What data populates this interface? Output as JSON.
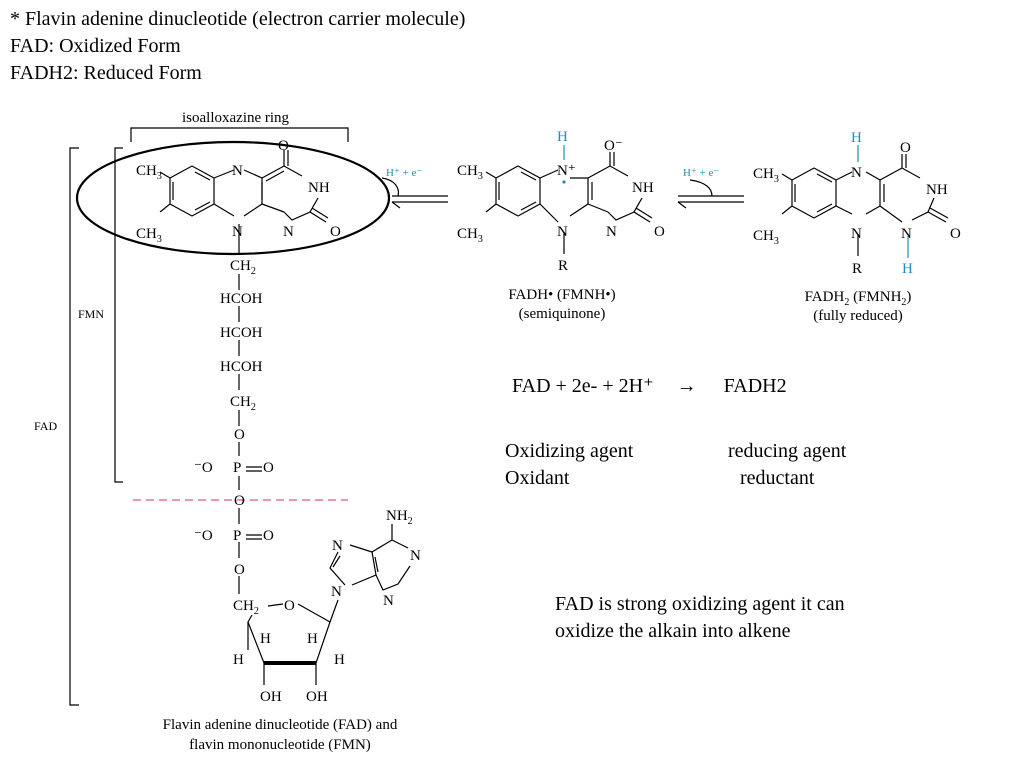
{
  "header": {
    "line1": "* Flavin adenine dinucleotide (electron carrier molecule)",
    "line2": "FAD: Oxidized Form",
    "line3": "FADH2: Reduced Form"
  },
  "diagram": {
    "isoalloxazine_label": "isoalloxazine ring",
    "fmn_label": "FMN",
    "fad_label": "FAD",
    "reagent": "H⁺ + e⁻",
    "radical_caption_1": "FADH• (FMNH•)",
    "radical_caption_2": "(semiquinone)",
    "reduced_caption_1": "FADH",
    "reduced_caption_sub1": "2",
    "reduced_caption_2": " (FMNH",
    "reduced_caption_sub2": "2",
    "reduced_caption_3": ")",
    "reduced_caption_4": "(fully reduced)",
    "bottom_caption_1": "Flavin adenine dinucleotide (FAD) and",
    "bottom_caption_2": "flavin mononucleotide (FMN)",
    "atoms": {
      "CH": "CH",
      "three": "3",
      "two": "2",
      "N": "N",
      "O": "O",
      "NH": "NH",
      "H": "H",
      "R": "R",
      "HCOH": "HCOH",
      "minus_O": "⁻O",
      "P": "P",
      "eq_O": "=O",
      "NH2": "NH",
      "OH": "OH",
      "O_minus": "O⁻",
      "N_plus": "N⁺"
    }
  },
  "reaction": {
    "equation_left": "FAD + 2e- + 2H⁺",
    "arrow": "→",
    "equation_right": "FADH2",
    "oxidizing_agent": "Oxidizing agent",
    "oxidant": "Oxidant",
    "reducing_agent": "reducing agent",
    "reductant": "reductant",
    "note_line1": "FAD is strong oxidizing agent it can",
    "note_line2": "oxidize the alkain into alkene"
  }
}
